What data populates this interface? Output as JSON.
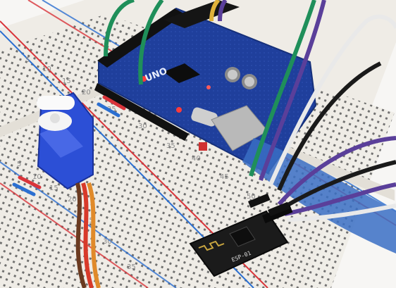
{
  "photo": {
    "subject": "breadboard-arduino-servo-esp8266",
    "colors": {
      "background": "#f7f6f4",
      "breadboard": "#efece6",
      "arduino_board": "#1f3f9c",
      "servo_body": "#2c4fd6",
      "esp_module": "#1b1b1b",
      "rail_red": "#d9343a",
      "rail_blue": "#2b6fd1",
      "wire_green": "#1f8f5a",
      "wire_purple": "#5a3f9a",
      "wire_white": "#e9e9e9",
      "wire_black": "#1a1a1a",
      "usb_cable": "#3a6fc4"
    }
  },
  "breadboard": {
    "numbers": [
      "5",
      "10",
      "15",
      "20",
      "25",
      "30",
      "35",
      "40",
      "45",
      "50",
      "55",
      "5",
      "10",
      "15",
      "20",
      "25",
      "30",
      "35"
    ]
  },
  "arduino": {
    "label": "UNO"
  },
  "esp_module": {
    "label": "ESP-01"
  }
}
